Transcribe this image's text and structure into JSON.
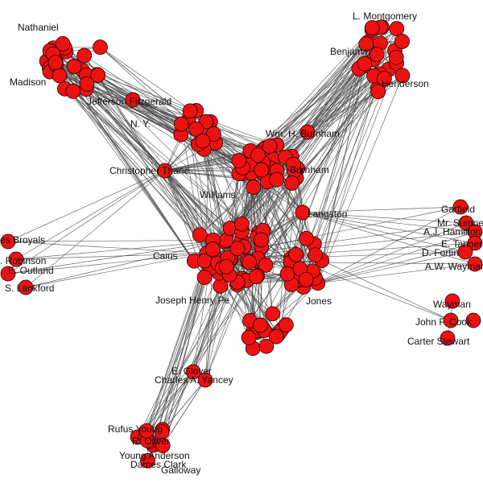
{
  "colors": {
    "node_fill": "#ee1111",
    "node_stroke": "#000000",
    "edge": "#505050",
    "label": "#111111",
    "background": "#ffffff"
  },
  "labels": {
    "nathaniel": "Nathaniel",
    "madison": "Madison",
    "jefferson_fitzgerald": "Jefferson Fitzgerald",
    "n_y": "N. Y.",
    "christopher_thane": "Christopher Thane",
    "broyals": "es Broyals",
    "robinson": ". Robinson",
    "e_outland": "E. Outland",
    "s_lankford": "S. Lankford",
    "wm_burnham": "Wm. H. Burnham",
    "burnham": "Burnham",
    "langston": "Langston",
    "williams": "Williams",
    "garfield": "Garfield",
    "mr_sumner": "Mr. Sumner",
    "aj_hamilton": "A.J. Hamilton",
    "e_tanner": "E. Tanner",
    "d_fortin": "D. Fortin",
    "aw_wayman": "A.W. Wayman",
    "wayman": "Wayman",
    "john_f_cook": "John F. Cook",
    "carter_stewart": "Carter Stewart",
    "caius": "Caius",
    "joseph_henry": "Joseph Henry Pe",
    "e_glover": "E. Glover",
    "charles_yancey": "Charles A. Yancey",
    "rufus_young": "Rufus Young",
    "r_oliver": "R. Oliver",
    "young_anderson": "Young Anderson",
    "dames_clark": "Dames Clark",
    "calloway": "Galloway",
    "jones": "Jones",
    "henderson": "Henderson",
    "benjamin": "Benjamin",
    "l_montgomery": "L. Montgomery"
  }
}
